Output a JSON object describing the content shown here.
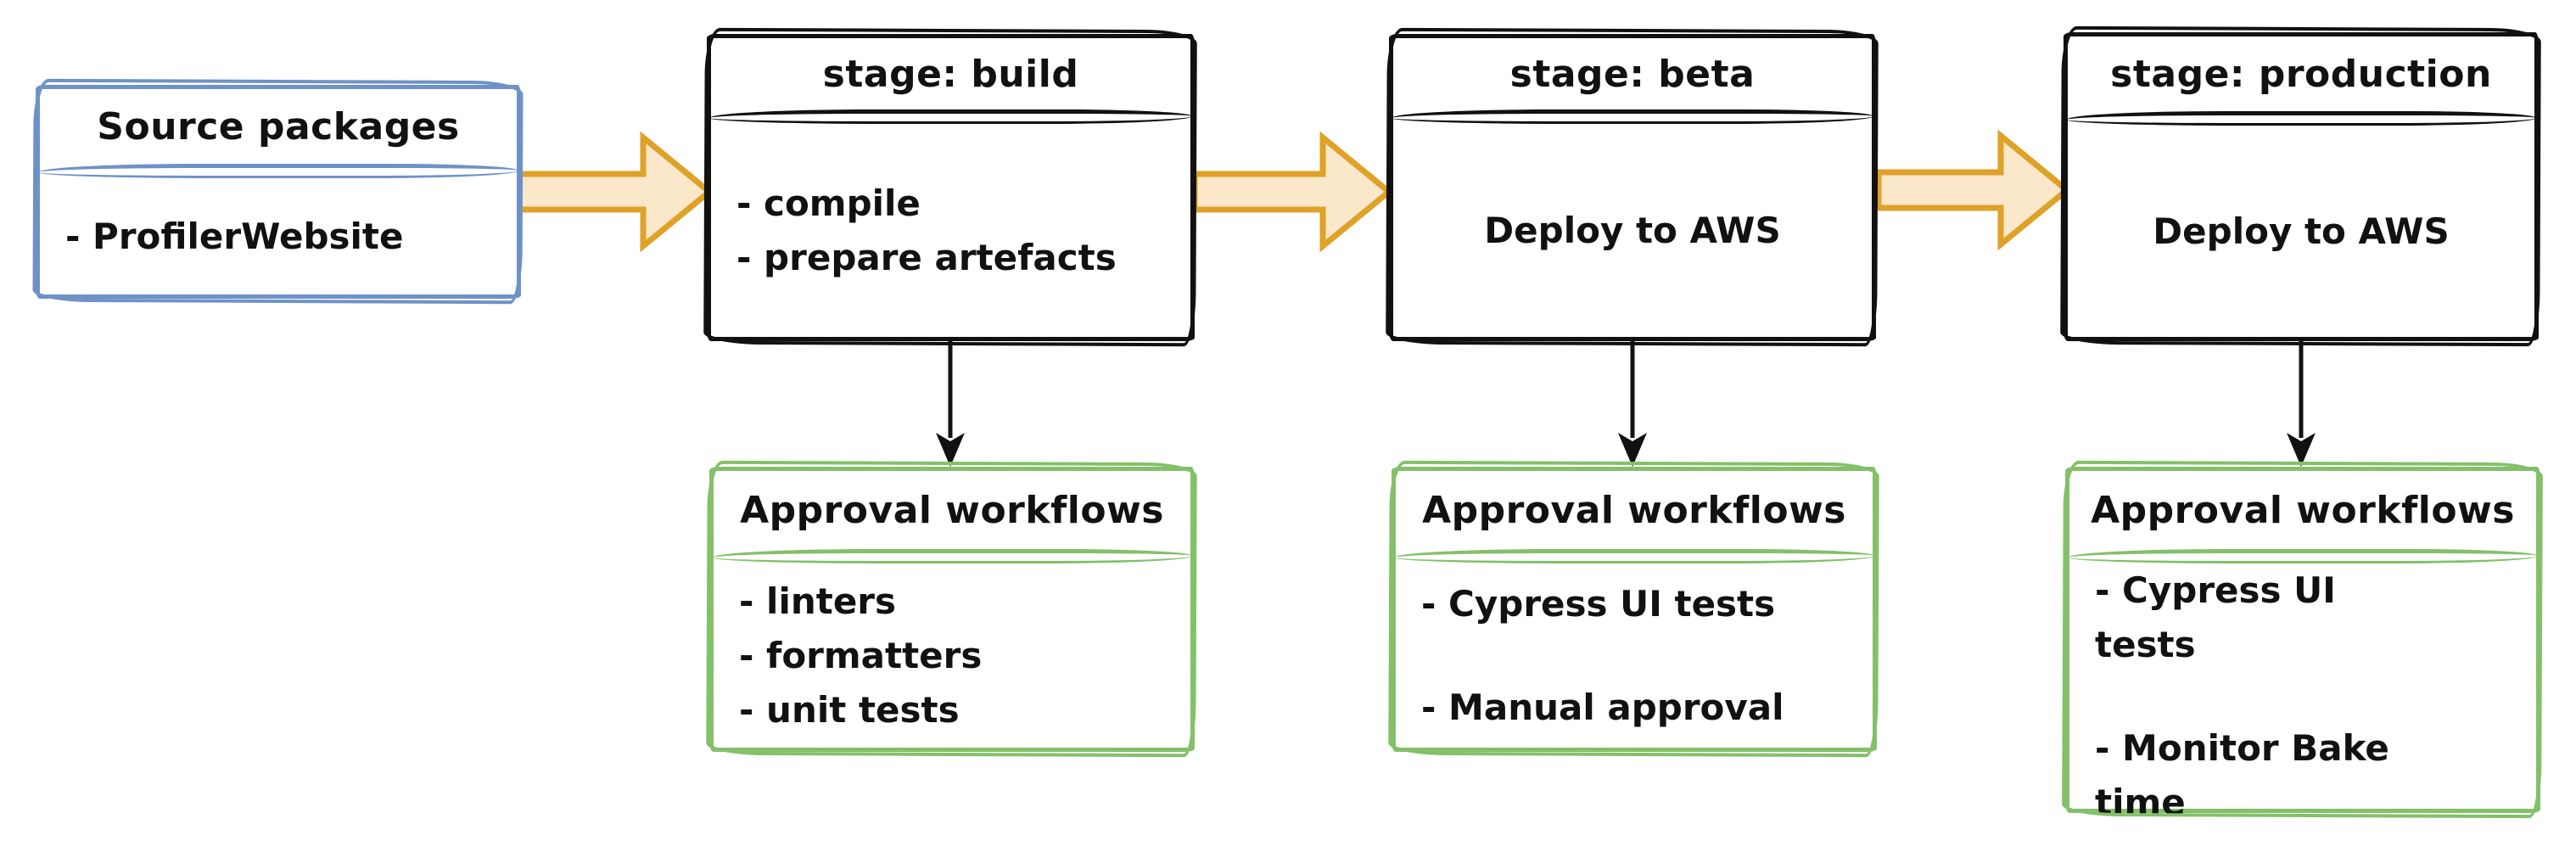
{
  "colors": {
    "background": "#ffffff",
    "text": "#111111",
    "source_box_border": "#6e92c8",
    "stage_box_border": "#111111",
    "approval_box_border": "#84c06a",
    "flow_arrow_fill": "#fbe7ca",
    "flow_arrow_stroke": "#dfa128",
    "connector": "#111111"
  },
  "source_box": {
    "title": "Source packages",
    "items": [
      "- ProfilerWebsite"
    ]
  },
  "stages": [
    {
      "title": "stage: build",
      "tasks": [
        "- compile",
        "- prepare artefacts"
      ],
      "approval": {
        "title": "Approval workflows",
        "checks": [
          "- linters",
          "- formatters",
          "- unit tests"
        ]
      }
    },
    {
      "title": "stage: beta",
      "tasks": [
        "Deploy to AWS"
      ],
      "approval": {
        "title": "Approval workflows",
        "checks": [
          "- Cypress UI tests",
          "- Manual approval"
        ]
      }
    },
    {
      "title": "stage: production",
      "tasks": [
        "Deploy to AWS"
      ],
      "approval": {
        "title": "Approval workflows",
        "checks": [
          "- Cypress UI tests",
          "- Monitor Bake time"
        ]
      }
    }
  ]
}
